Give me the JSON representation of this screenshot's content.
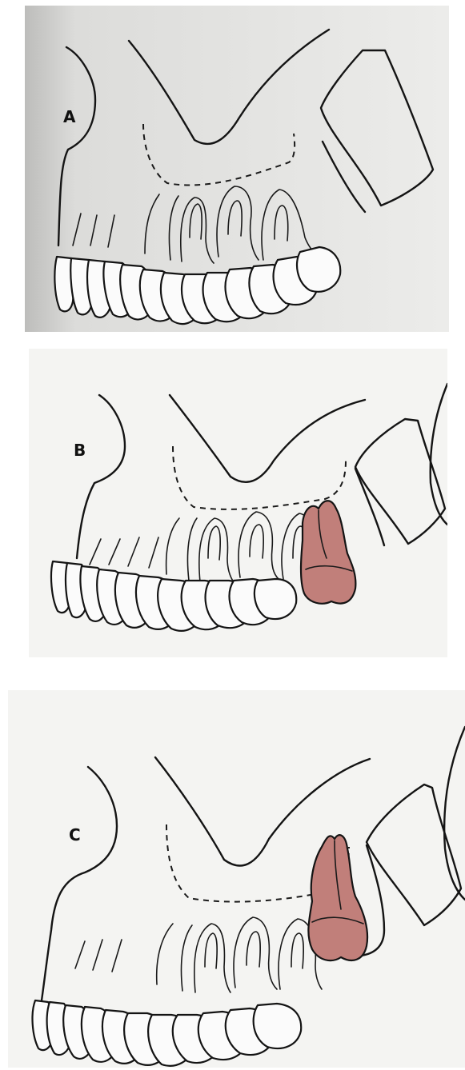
{
  "panels": [
    {
      "label": "A",
      "impacted_tooth": false
    },
    {
      "label": "B",
      "impacted_tooth": true
    },
    {
      "label": "C",
      "impacted_tooth": true
    }
  ],
  "colors": {
    "background_a": "#e8e8e6",
    "background_bc": "#f5f5f3",
    "line": "#141414",
    "impacted_tooth_fill": "#c17f7a"
  }
}
